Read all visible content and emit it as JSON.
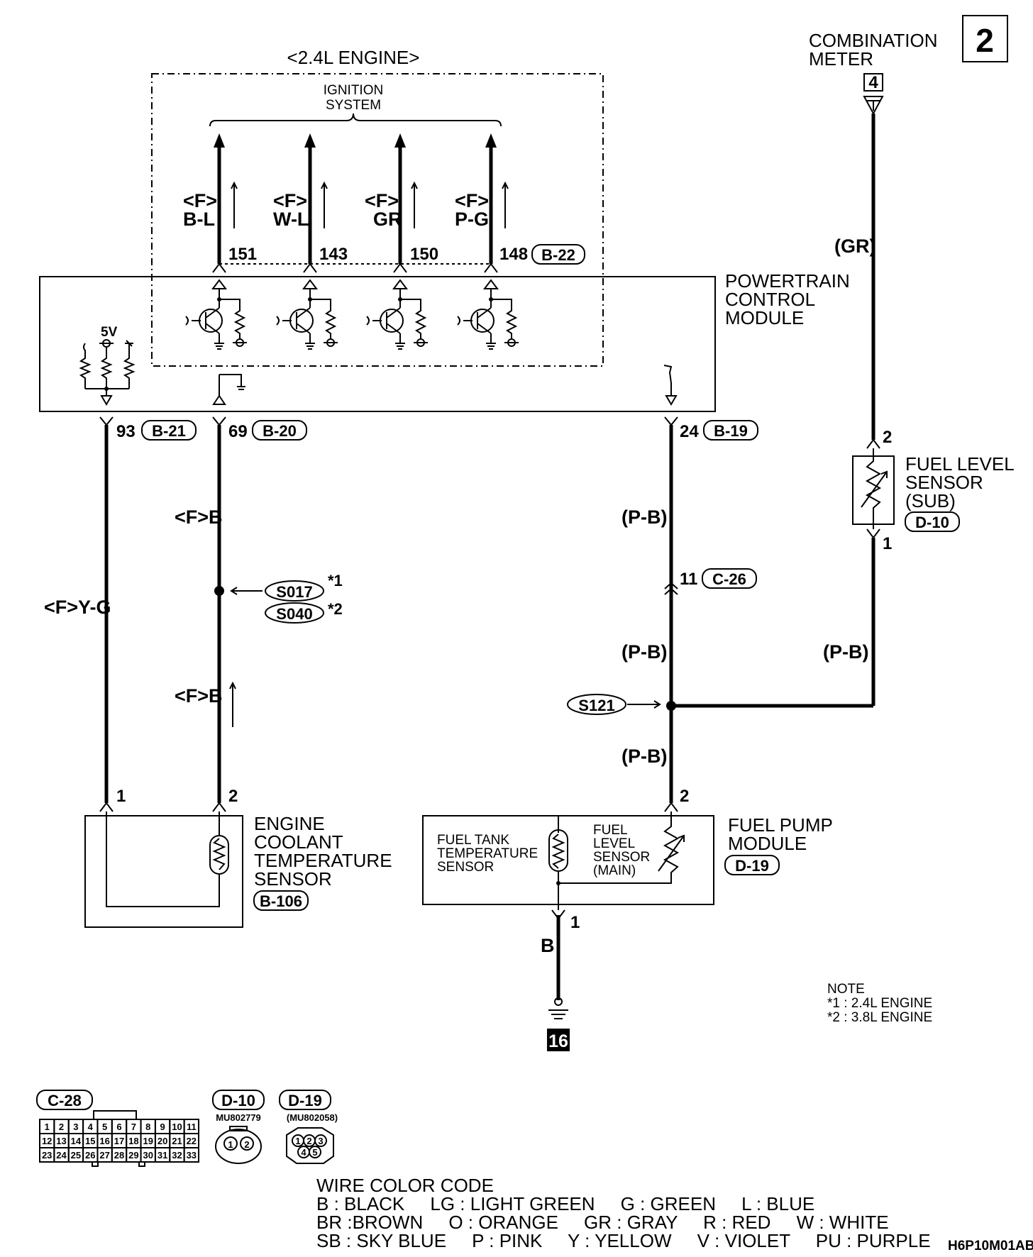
{
  "diagram": {
    "page_number": "2",
    "engine_group": "<2.4L ENGINE>",
    "ignition_system": [
      "IGNITION",
      "SYSTEM"
    ],
    "combination_meter": [
      "COMBINATION",
      "METER"
    ],
    "combination_meter_connector": "4",
    "pcm_label": [
      "POWERTRAIN",
      "CONTROL",
      "MODULE"
    ],
    "pcm_5v": "5V",
    "ignition_wires": [
      {
        "code": "<F>",
        "color": "B-L",
        "pin": "151"
      },
      {
        "code": "<F>",
        "color": "W-L",
        "pin": "143"
      },
      {
        "code": "<F>",
        "color": "GR",
        "pin": "150"
      },
      {
        "code": "<F>",
        "color": "P-G",
        "pin": "148"
      }
    ],
    "connectors": {
      "b22": "B-22",
      "b21": "B-21",
      "b20": "B-20",
      "b19": "B-19",
      "c26": "C-26",
      "d10": "D-10",
      "d19": "D-19",
      "b106": "B-106"
    },
    "pins": {
      "p93": "93",
      "p69": "69",
      "p24": "24",
      "p11": "11",
      "ect1": "1",
      "ect2": "2",
      "fpm2": "2",
      "fpm1": "1",
      "fls2": "2",
      "fls1": "1"
    },
    "wire_colors": {
      "yg": "<F>Y-G",
      "fb_top": "<F>B",
      "fb_bottom": "<F>B",
      "pb1": "(P-B)",
      "pb2": "(P-B)",
      "pb3": "(P-B)",
      "pb_right": "(P-B)",
      "gr": "(GR)",
      "b": "B"
    },
    "splices": {
      "s017": "S017",
      "s040": "S040",
      "s121": "S121",
      "star1": "*1",
      "star2": "*2"
    },
    "ect_label": [
      "ENGINE",
      "COOLANT",
      "TEMPERATURE",
      "SENSOR"
    ],
    "fls_sub_label": [
      "FUEL LEVEL",
      "SENSOR",
      "(SUB)"
    ],
    "fuel_pump_label": [
      "FUEL PUMP",
      "MODULE"
    ],
    "fuel_tank_temp": [
      "FUEL TANK",
      "TEMPERATURE",
      "SENSOR"
    ],
    "fuel_level_main": [
      "FUEL",
      "LEVEL",
      "SENSOR",
      "(MAIN)"
    ],
    "ground_number": "16",
    "note": {
      "title": "NOTE",
      "lines": [
        "*1 : 2.4L ENGINE",
        "*2 : 3.8L ENGINE"
      ]
    },
    "connector_views": {
      "c28": "C-28",
      "d10": "D-10",
      "d10_part": "MU802779",
      "d19": "D-19",
      "d19_part": "(MU802058)",
      "c28_pins": [
        "1",
        "2",
        "3",
        "4",
        "5",
        "6",
        "7",
        "8",
        "9",
        "10",
        "11",
        "12",
        "13",
        "14",
        "15",
        "16",
        "17",
        "18",
        "19",
        "20",
        "21",
        "22",
        "23",
        "24",
        "25",
        "26",
        "27",
        "28",
        "29",
        "30",
        "31",
        "32",
        "33"
      ],
      "d10_pins": [
        "1",
        "2"
      ],
      "d19_pins": [
        "1",
        "2",
        "3",
        "4",
        "5"
      ]
    },
    "wire_color_code": {
      "title": "WIRE COLOR CODE",
      "row1": "B : BLACK     LG : LIGHT GREEN     G : GREEN     L : BLUE",
      "row2": "BR :BROWN     O : ORANGE     GR : GRAY     R : RED     W : WHITE",
      "row3": "SB : SKY BLUE     P : PINK     Y : YELLOW     V : VIOLET     PU : PURPLE"
    },
    "figure_id": "H6P10M01AB"
  }
}
